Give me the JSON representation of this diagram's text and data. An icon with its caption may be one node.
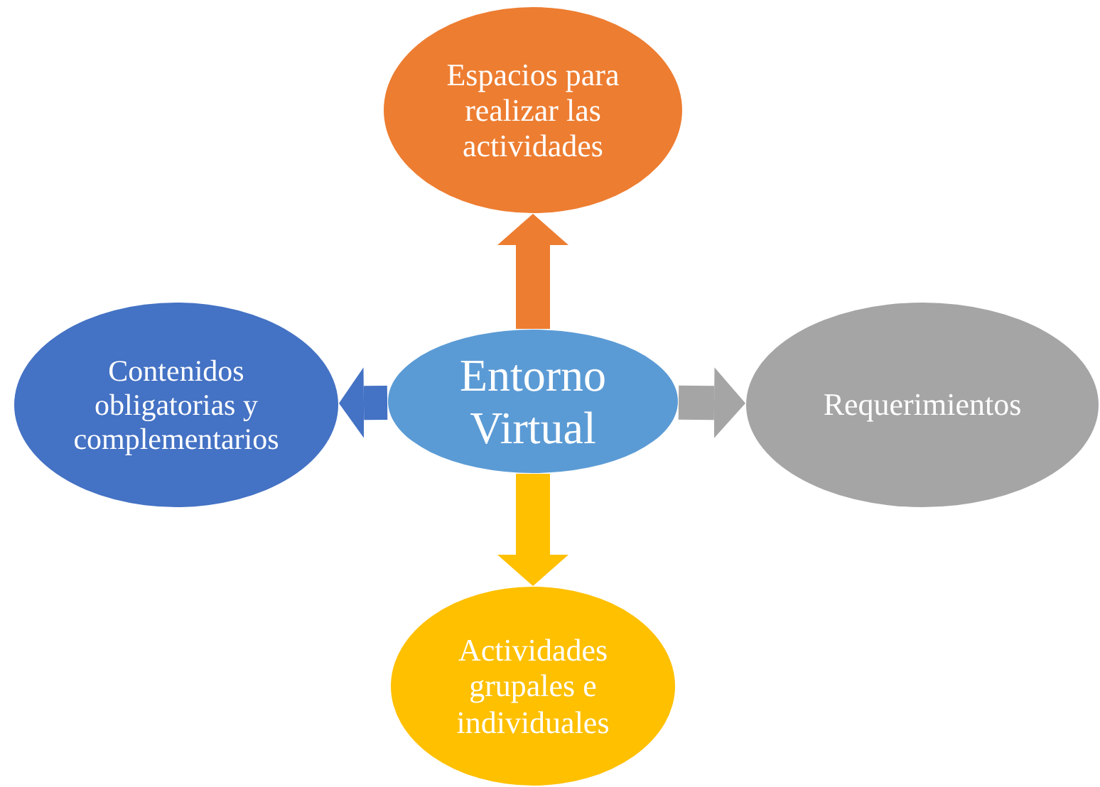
{
  "diagram": {
    "nodes": [
      {
        "text": [
          "Espacios para realizar las actividades"
        ]
      },
      {
        "text": [
          "Contenidos obligatorias y complementarios"
        ]
      },
      {
        "text": [
          "Entorno Virtual"
        ]
      },
      {
        "text": [
          "Requerimientos"
        ]
      },
      {
        "text": [
          "Actividades grupales e individuales"
        ]
      }
    ],
    "edges": [
      {
        "from": 2,
        "to": 0,
        "arrow": "to",
        "color": "#ed7d31"
      },
      {
        "from": 2,
        "to": 1,
        "arrow": "to",
        "color": "#4472c4"
      },
      {
        "from": 2,
        "to": 3,
        "arrow": "to",
        "color": "#a5a5a5"
      },
      {
        "from": 2,
        "to": 4,
        "arrow": "to",
        "color": "#ffc000"
      }
    ]
  }
}
